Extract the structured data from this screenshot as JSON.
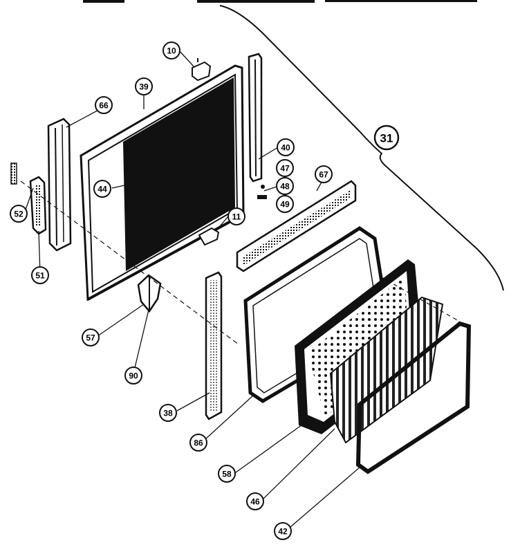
{
  "diagram": {
    "callouts": [
      {
        "id": "c10",
        "label": "10"
      },
      {
        "id": "c39",
        "label": "39"
      },
      {
        "id": "c66",
        "label": "66"
      },
      {
        "id": "c44",
        "label": "44"
      },
      {
        "id": "c52",
        "label": "52"
      },
      {
        "id": "c51",
        "label": "51"
      },
      {
        "id": "c11",
        "label": "11"
      },
      {
        "id": "c40",
        "label": "40"
      },
      {
        "id": "c47",
        "label": "47"
      },
      {
        "id": "c48",
        "label": "48"
      },
      {
        "id": "c49",
        "label": "49"
      },
      {
        "id": "c67",
        "label": "67"
      },
      {
        "id": "c31",
        "label": "31"
      },
      {
        "id": "c57",
        "label": "57"
      },
      {
        "id": "c90",
        "label": "90"
      },
      {
        "id": "c38",
        "label": "38"
      },
      {
        "id": "c86",
        "label": "86"
      },
      {
        "id": "c58",
        "label": "58"
      },
      {
        "id": "c46",
        "label": "46"
      },
      {
        "id": "c42",
        "label": "42"
      }
    ]
  }
}
